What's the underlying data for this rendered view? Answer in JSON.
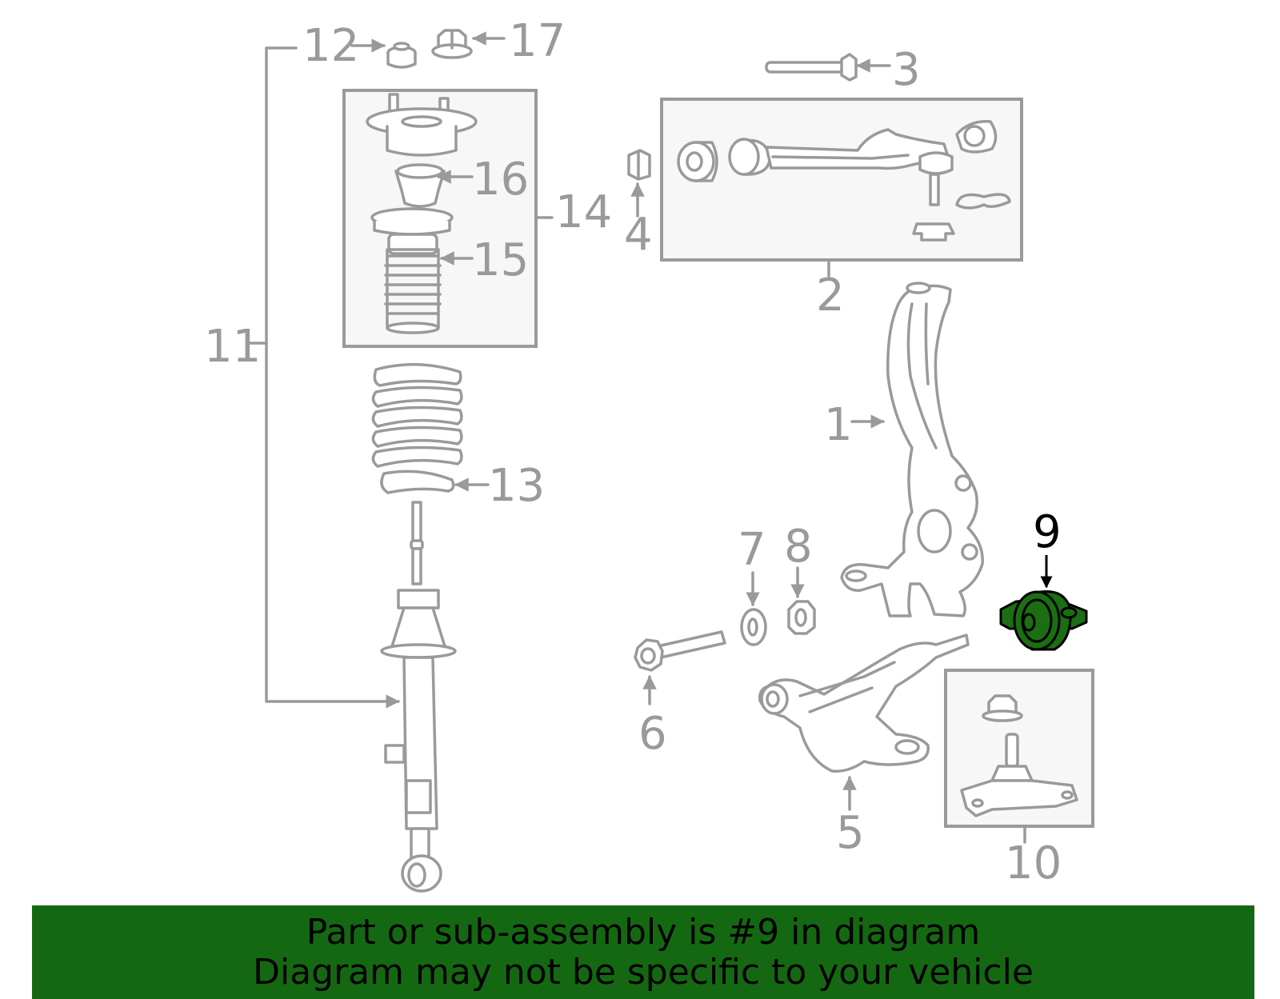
{
  "callouts": [
    "1",
    "2",
    "3",
    "4",
    "5",
    "6",
    "7",
    "8",
    "9",
    "10",
    "11",
    "12",
    "13",
    "14",
    "15",
    "16",
    "17"
  ],
  "highlighted_part": "9",
  "banner": {
    "line1": "Part or sub-assembly is #9 in diagram",
    "line2": "Diagram may not be specific to your vehicle"
  },
  "colors": {
    "highlight": "#1b6e12",
    "banner": "#156812",
    "line": "#9a9a9a"
  }
}
